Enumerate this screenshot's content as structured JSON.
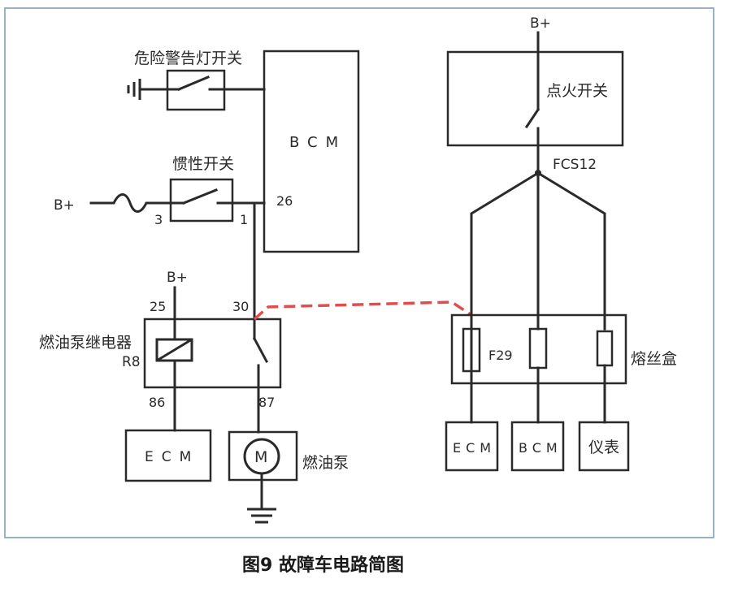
{
  "colors": {
    "wire": "#2a2a2a",
    "dashed_link": "#e34c4c",
    "frame": "#9ab0c8",
    "background": "#ffffff"
  },
  "left": {
    "hazard_switch_label": "危险警告灯开关",
    "bcm_label": "BCM",
    "inertia_switch_label": "惯性开关",
    "bplus_label": "B+",
    "pin_3": "3",
    "pin_1": "1",
    "pin_26": "26",
    "relay_bplus_label": "B+",
    "relay_pin_25": "25",
    "relay_pin_30": "30",
    "relay_label": "燃油泵继电器",
    "relay_id": "R8",
    "relay_pin_86": "86",
    "relay_pin_87": "87",
    "ecm_label": "ECM",
    "motor_symbol": "M",
    "fuel_pump_label": "燃油泵"
  },
  "right": {
    "bplus_label": "B+",
    "ignition_switch_label": "点火开关",
    "splice_label": "FCS12",
    "fuse_f29_label": "F29",
    "fuse_box_label": "熔丝盒",
    "ecm_label": "ECM",
    "bcm_label": "BCM",
    "instrument_label": "仪表"
  },
  "caption": "图9 故障车电路简图"
}
